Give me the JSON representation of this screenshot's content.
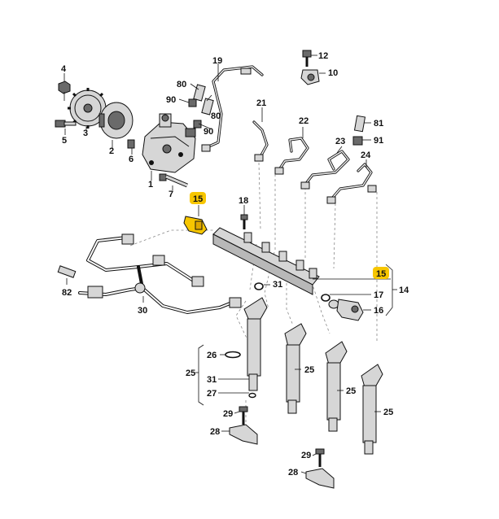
{
  "labels": {
    "l1": "1",
    "l2": "2",
    "l3": "3",
    "l4": "4",
    "l5": "5",
    "l6": "6",
    "l7": "7",
    "l10": "10",
    "l12": "12",
    "l14": "14",
    "l15_pressure_sensor": "15",
    "l15_rail": "15",
    "l16": "16",
    "l17": "17",
    "l18": "18",
    "l19": "19",
    "l21": "21",
    "l22": "22",
    "l23": "23",
    "l24": "24",
    "l25_left": "25",
    "l25_a": "25",
    "l25_b": "25",
    "l25_c": "25",
    "l26": "26",
    "l27": "27",
    "l28_left": "28",
    "l28_right": "28",
    "l29_left": "29",
    "l29_right": "29",
    "l30": "30",
    "l31_top": "31",
    "l31_left": "31",
    "l80_a": "80",
    "l80_b": "80",
    "l81": "81",
    "l82": "82",
    "l90_a": "90",
    "l90_b": "90",
    "l91": "91"
  },
  "colors": {
    "highlight": "#f7c600",
    "outline": "#111111",
    "part_fill": "#d6d6d6",
    "background": "#ffffff"
  }
}
